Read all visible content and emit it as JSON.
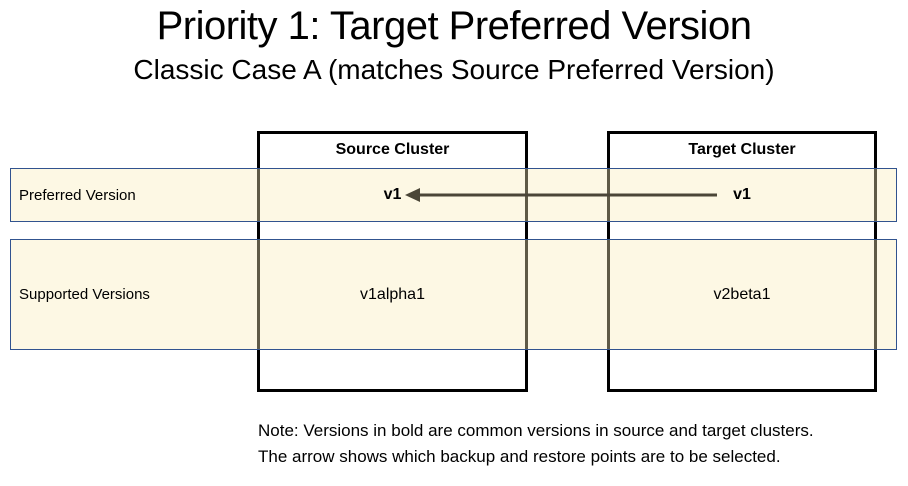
{
  "title": "Priority 1: Target Preferred Version",
  "subtitle": "Classic Case A (matches Source Preferred Version)",
  "table": {
    "row_labels": {
      "preferred": "Preferred Version",
      "supported": "Supported Versions"
    },
    "columns": {
      "source": {
        "header": "Source Cluster",
        "preferred_version": "v1",
        "supported_version": "v1alpha1"
      },
      "target": {
        "header": "Target Cluster",
        "preferred_version": "v1",
        "supported_version": "v2beta1"
      }
    }
  },
  "arrow": {
    "from": "target preferred version v1",
    "to": "source preferred version v1"
  },
  "note": {
    "line1": "Note: Versions in bold are common versions in source and target clusters.",
    "line2": "The arrow shows which backup and restore points are to be selected."
  },
  "colors": {
    "text": "#000000",
    "box_border": "#000000",
    "row_border": "#31538f",
    "row_fill": "rgba(250,236,185,0.38)",
    "arrow": "#4b4637"
  }
}
